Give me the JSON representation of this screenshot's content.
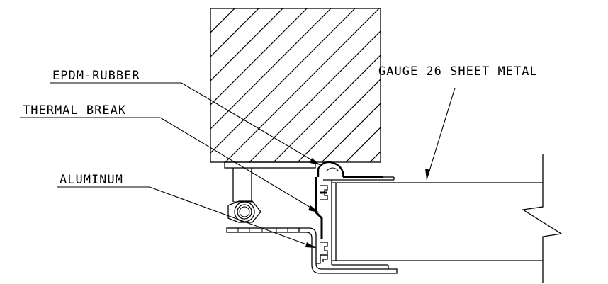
{
  "labels": {
    "epdm": "EPDM-RUBBER",
    "thermal": "THERMAL BREAK",
    "aluminum": "ALUMINUM",
    "sheet_metal": "GAUGE 26 SHEET METAL"
  },
  "colors": {
    "ink": "#000000",
    "paper": "#ffffff"
  }
}
